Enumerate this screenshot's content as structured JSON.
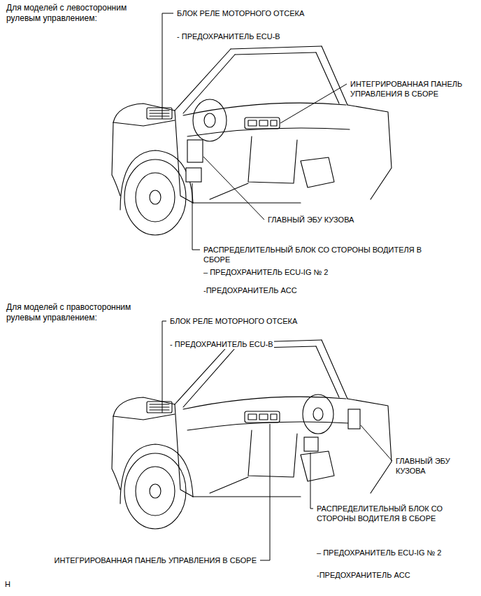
{
  "diagram": {
    "labels": [
      "Для моделей с левосторонним рулевым управлением:",
      "БЛОК РЕЛЕ МОТОРНОГО ОТСЕКА",
      "- ПРЕДОХРАНИТЕЛЬ ECU-B",
      "ИНТЕГРИРОВАННАЯ ПАНЕЛЬ УПРАВЛЕНИЯ В СБОРЕ",
      "ГЛАВНЫЙ ЭБУ КУЗОВА",
      "РАСПРЕДЕЛИТЕЛЬНЫЙ БЛОК СО СТОРОНЫ ВОДИТЕЛЯ В СБОРЕ",
      "– ПРЕДОХРАНИТЕЛЬ ECU-IG № 2",
      "-ПРЕДОХРАНИТЕЛЬ ACC",
      "Для моделей с правосторонним рулевым управлением:",
      "БЛОК РЕЛЕ МОТОРНОГО ОТСЕКА",
      "- ПРЕДОХРАНИТЕЛЬ ECU-B",
      "ГЛАВНЫЙ ЭБУ КУЗОВА",
      "РАСПРЕДЕЛИТЕЛЬНЫЙ БЛОК СО СТОРОНЫ ВОДИТЕЛЯ В СБОРЕ",
      "– ПРЕДОХРАНИТЕЛЬ ECU-IG № 2",
      "-ПРЕДОХРАНИТЕЛЬ ACC",
      "ИНТЕГРИРОВАННАЯ ПАНЕЛЬ УПРАВЛЕНИЯ В СБОРЕ",
      "H"
    ]
  }
}
